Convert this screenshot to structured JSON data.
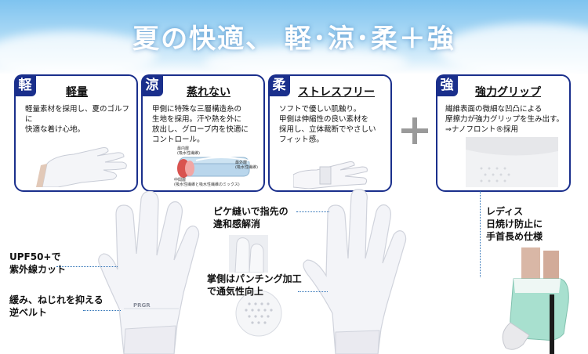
{
  "headline": "夏の快適、 軽･涼･柔＋強",
  "panels": [
    {
      "badge": "軽",
      "title": "軽量",
      "body": "軽量素材を採用し、夏のゴルフに\n快適な着け心地。"
    },
    {
      "badge": "涼",
      "title": "蒸れない",
      "body": "甲側に特殊な三層構造糸の\n生地を採用。汗や熱を外に\n放出し、グローブ内を快適に\nコントロール。"
    },
    {
      "badge": "柔",
      "title": "ストレスフリー",
      "body": "ソフトで優しい肌触り。\n甲側は伸縮性の良い素材を\n採用し、立体裁断でやさしい\nフィット感。"
    },
    {
      "badge": "強",
      "title": "強力グリップ",
      "body": "繊維表面の微細な凹凸による\n摩擦力が強力グリップを生み出す。\n⇒ナノフロント®採用"
    }
  ],
  "diagram_labels": {
    "inner": "最内層",
    "inner_sub": "(吸水性繊維)",
    "outer": "最外層",
    "outer_sub": "(吸水性繊維)",
    "middle": "中間層",
    "middle_sub": "(吸水性繊維と吸水性繊維のミックス)"
  },
  "callouts": {
    "upf": "UPF50+で\n紫外線カット",
    "belt": "緩み、ねじれを抑える\n逆ベルト",
    "pique": "ピケ縫いで指先の\n違和感解消",
    "punching": "掌側はパンチング加工\nで通気性向上",
    "ladies": "レディス\n日焼け防止に\n手首長め仕様"
  },
  "brand_logo": "PRGR",
  "colors": {
    "navy": "#1a2f8c",
    "leader": "#2a6fb5",
    "mint": "#a8e0cf"
  }
}
